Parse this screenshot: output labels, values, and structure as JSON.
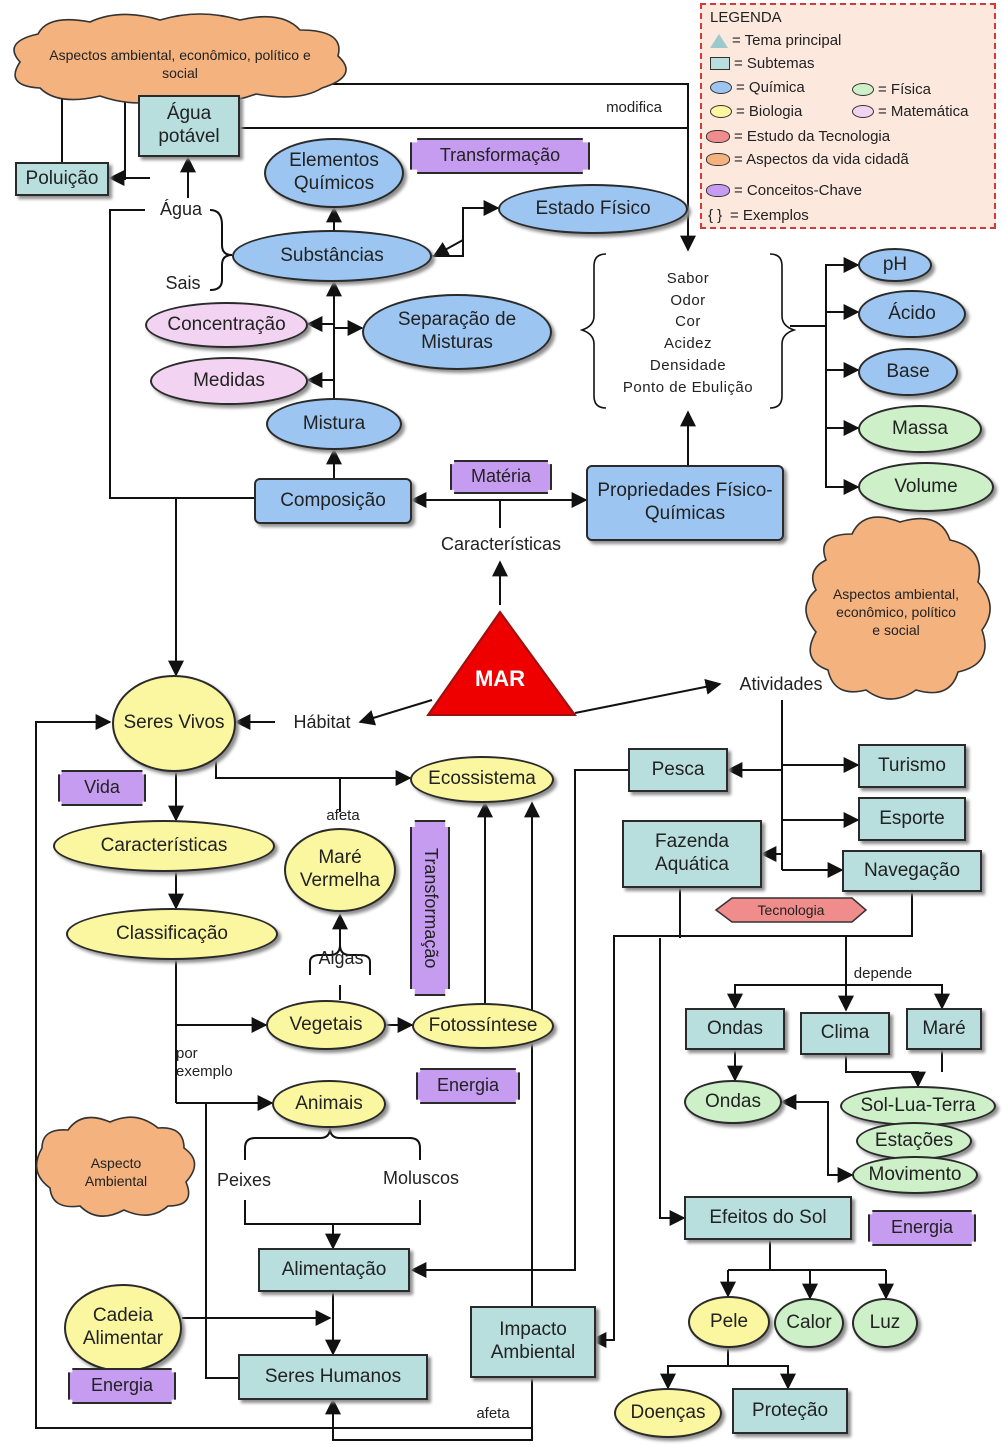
{
  "legend": {
    "title": "LEGENDA",
    "items": [
      {
        "symbol": "triangle",
        "color": "#9ccaca",
        "label": "= Tema principal"
      },
      {
        "symbol": "square",
        "color": "#b8dede",
        "label": "= Subtemas"
      },
      {
        "symbol": "ellipse",
        "color": "#9cc6f1",
        "label": "= Química"
      },
      {
        "symbol": "ellipse",
        "color": "#cdf0c8",
        "label": "= Física"
      },
      {
        "symbol": "ellipse",
        "color": "#fbf6a0",
        "label": "= Biologia"
      },
      {
        "symbol": "ellipse",
        "color": "#f2d4f2",
        "label": "= Matemática"
      },
      {
        "symbol": "tech",
        "color": "#f08c8c",
        "label": "= Estudo da Tecnologia"
      },
      {
        "symbol": "cloud",
        "color": "#f3b27e",
        "label": "= Aspectos da vida cidadã"
      },
      {
        "symbol": "concept",
        "color": "#c69cf0",
        "label": "= Conceitos-Chave"
      },
      {
        "symbol": "brackets",
        "color": "#ffffff",
        "label": "= Exemplos"
      }
    ],
    "brackets_symbol": "{ }"
  },
  "colors": {
    "subtema": "#b8dede",
    "quimica": "#9cc6f1",
    "fisica": "#cdf0c8",
    "biologia": "#fbf6a0",
    "matematica": "#f2d4f2",
    "conceito": "#c69cf0",
    "tecnologia": "#f08c8c",
    "cidada": "#f3b27e",
    "tema": "#ee0000"
  },
  "nodes": {
    "mar": "MAR",
    "clouds": {
      "top": "Aspectos ambiental, econômico, político e social",
      "right": "Aspectos ambiental, econômico, político e social",
      "left": "Aspecto Ambiental"
    },
    "agua_potavel": "Água potável",
    "poluicao": "Poluição",
    "agua": "Água",
    "sais": "Sais",
    "elementos_quimicos": "Elementos Químicos",
    "transformacao_top": "Transformação",
    "estado_fisico": "Estado Físico",
    "substancias": "Substâncias",
    "concentracao": "Concentração",
    "separacao": "Separação de Misturas",
    "medidas": "Medidas",
    "mistura": "Mistura",
    "composicao": "Composição",
    "materia": "Matéria",
    "propriedades": "Propriedades Físico-Químicas",
    "caracteristicas_top": "Características",
    "properties_list": [
      "Sabor",
      "Odor",
      "Cor",
      "Acidez",
      "Densidade",
      "Ponto de Ebulição"
    ],
    "ph": "pH",
    "acido": "Ácido",
    "base": "Base",
    "massa": "Massa",
    "volume": "Volume",
    "seres_vivos": "Seres Vivos",
    "habitat": "Hábitat",
    "atividades": "Atividades",
    "vida": "Vida",
    "ecossistema": "Ecossistema",
    "caracteristicas_bio": "Características",
    "classificacao": "Classificação",
    "mare_vermelha": "Maré Vermelha",
    "transformacao_vert": "Transformação",
    "algas": "Algas",
    "vegetais": "Vegetais",
    "fotossintese": "Fotossíntese",
    "energia_mid": "Energia",
    "animais": "Animais",
    "peixes": "Peixes",
    "moluscos": "Moluscos",
    "alimentacao": "Alimentação",
    "cadeia_alimentar": "Cadeia Alimentar",
    "energia_left": "Energia",
    "seres_humanos": "Seres Humanos",
    "impacto_ambiental": "Impacto Ambiental",
    "pesca": "Pesca",
    "turismo": "Turismo",
    "esporte": "Esporte",
    "navegacao": "Navegação",
    "fazenda_aquatica": "Fazenda Aquática",
    "tecnologia": "Tecnologia",
    "ondas_box": "Ondas",
    "clima": "Clima",
    "mare": "Maré",
    "ondas_fis": "Ondas",
    "sol_lua_terra": "Sol-Lua-Terra",
    "estacoes": "Estações",
    "movimento": "Movimento",
    "efeitos_do_sol": "Efeitos do Sol",
    "energia_right": "Energia",
    "pele": "Pele",
    "calor": "Calor",
    "luz": "Luz",
    "doencas": "Doenças",
    "protecao": "Proteção"
  },
  "edge_labels": {
    "modifica": "modifica",
    "afeta_top": "afeta",
    "por_exemplo": "por exemplo",
    "depende": "depende",
    "afeta_bottom": "afeta"
  }
}
